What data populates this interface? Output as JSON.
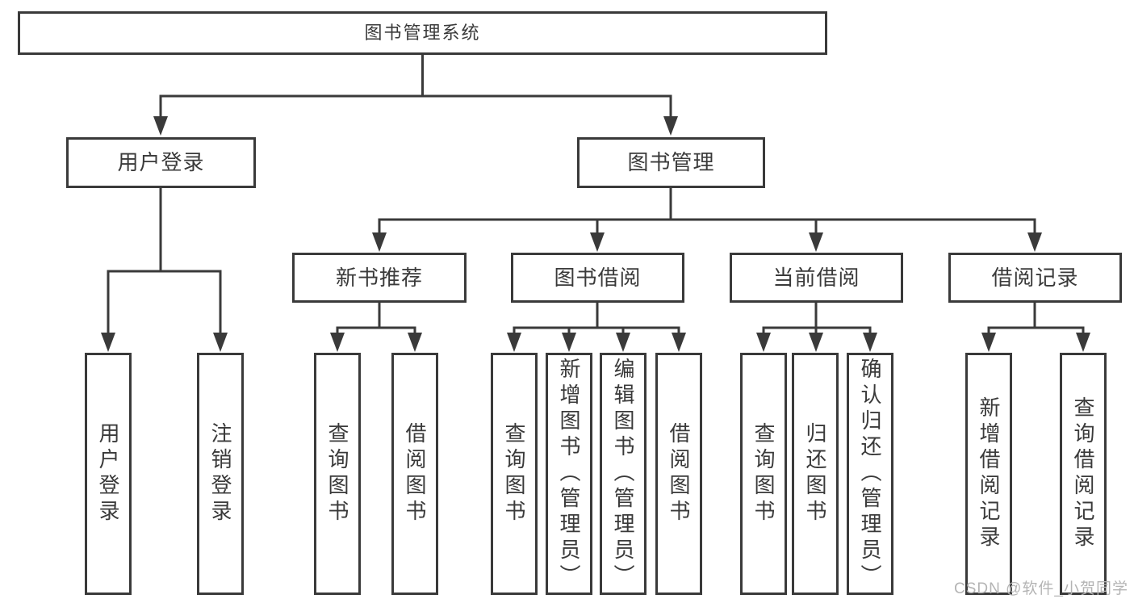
{
  "colors": {
    "line": "#3a3a3a",
    "node_border": "#3a3a3a",
    "text": "#3a3a3a",
    "watermark": "#b4b4b4",
    "background": "#ffffff"
  },
  "tree": {
    "root": {
      "label": "图书管理系统"
    },
    "children": [
      {
        "label": "用户登录",
        "children": [
          {
            "label": "用户登录"
          },
          {
            "label": "注销登录"
          }
        ]
      },
      {
        "label": "图书管理",
        "children": [
          {
            "label": "新书推荐",
            "children": [
              {
                "label": "查询图书"
              },
              {
                "label": "借阅图书"
              }
            ]
          },
          {
            "label": "图书借阅",
            "children": [
              {
                "label": "查询图书"
              },
              {
                "label": "新增图书（管理员）"
              },
              {
                "label": "编辑图书（管理员）"
              },
              {
                "label": "借阅图书"
              }
            ]
          },
          {
            "label": "当前借阅",
            "children": [
              {
                "label": "查询图书"
              },
              {
                "label": "归还图书"
              },
              {
                "label": "确认归还（管理员）"
              }
            ]
          },
          {
            "label": "借阅记录",
            "children": [
              {
                "label": "新增借阅记录"
              },
              {
                "label": "查询借阅记录"
              }
            ]
          }
        ]
      }
    ]
  },
  "watermark": {
    "text": "CSDN @软件_小贺同学"
  }
}
